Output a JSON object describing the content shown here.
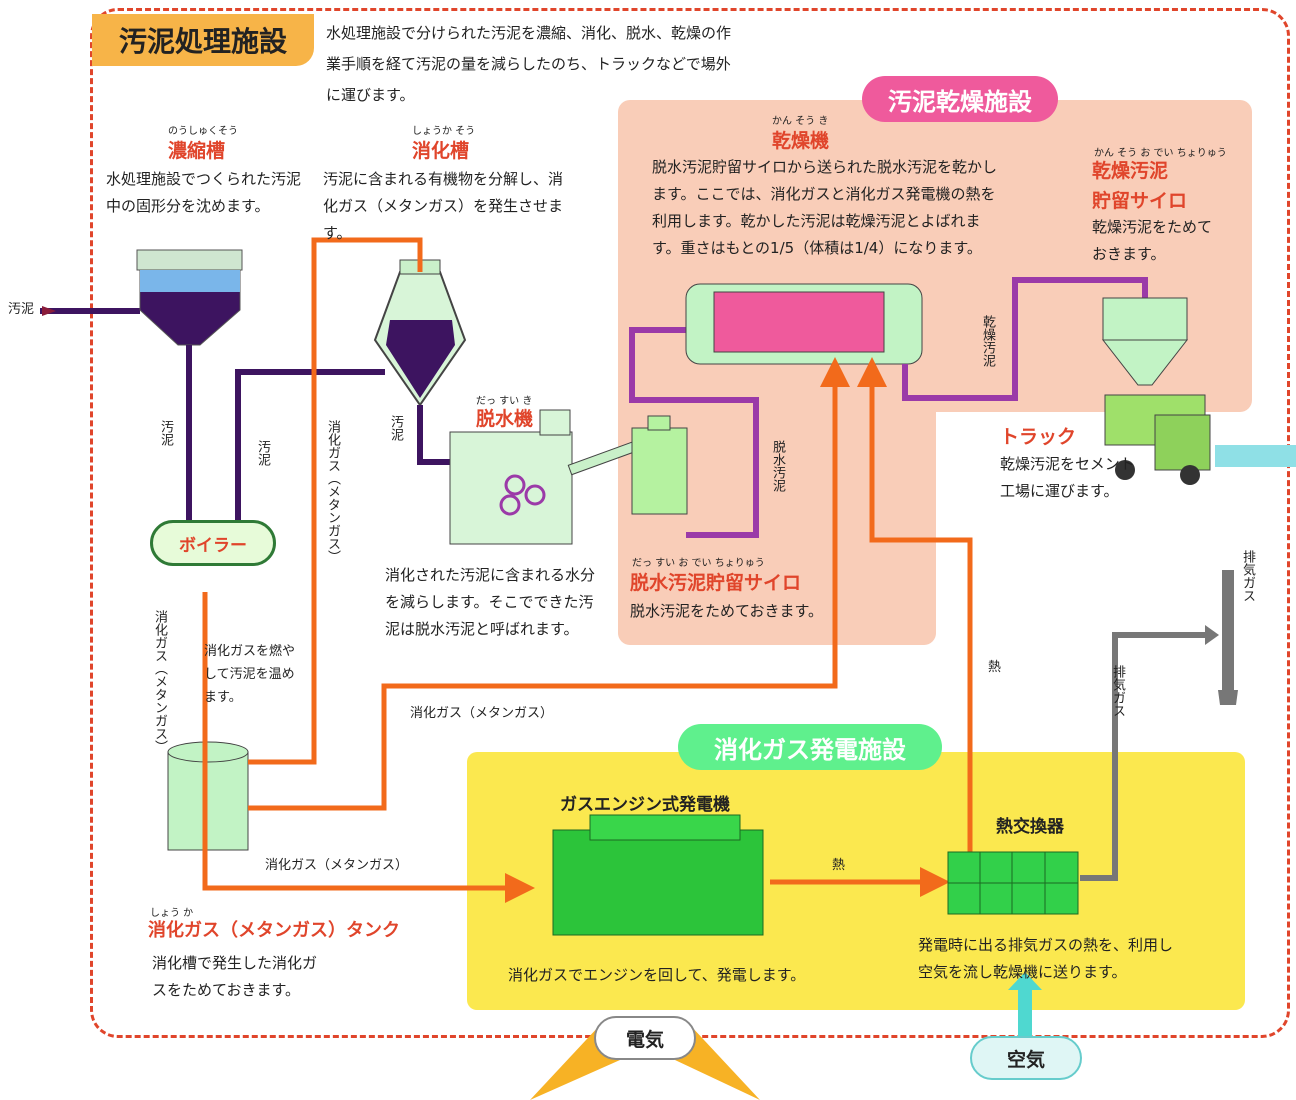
{
  "title": "汚泥処理施設",
  "intro": "水処理施設で分けられた汚泥を濃縮、消化、脱水、乾燥の作業手順を経て汚泥の量を減らしたのち、トラックなどで場外に運びます。",
  "zones": {
    "drying": "汚泥乾燥施設",
    "power": "消化ガス発電施設"
  },
  "units": {
    "thickener": {
      "ruby": "のうしゅくそう",
      "name": "濃縮槽",
      "desc": "水処理施設でつくられた汚泥中の固形分を沈めます。"
    },
    "digester": {
      "ruby": "しょうか そう",
      "name": "消化槽",
      "desc": "汚泥に含まれる有機物を分解し、消化ガス（メタンガス）を発生させます。"
    },
    "dehydrator": {
      "ruby": "だっ すい き",
      "name": "脱水機",
      "desc": "消化された汚泥に含まれる水分を減らします。そこでできた汚泥は脱水汚泥と呼ばれます。"
    },
    "dryer": {
      "ruby": "かん そう き",
      "name": "乾燥機",
      "desc": "脱水汚泥貯留サイロから送られた脱水汚泥を乾かします。ここでは、消化ガスと消化ガス発電機の熱を利用します。乾かした汚泥は乾燥汚泥とよばれます。重さはもとの1/5（体積は1/4）になります。"
    },
    "dried_silo": {
      "ruby": "かん そう お でい ちょりゅう",
      "name1": "乾燥汚泥",
      "name2": "貯留サイロ",
      "desc": "乾燥汚泥をためておきます。"
    },
    "truck": {
      "name": "トラック",
      "desc": "乾燥汚泥をセメント工場に運びます。"
    },
    "dewatered_silo": {
      "ruby": "だっ すい お でい ちょりゅう",
      "name": "脱水汚泥貯留サイロ",
      "desc": "脱水汚泥をためておきます。"
    },
    "boiler": {
      "name": "ボイラー",
      "desc": "消化ガスを燃やして汚泥を温めます。"
    },
    "gas_tank": {
      "ruby": "しょう か",
      "name": "消化ガス（メタンガス）タンク",
      "desc": "消化槽で発生した消化ガスをためておきます。"
    },
    "generator": {
      "name": "ガスエンジン式発電機",
      "desc": "消化ガスでエンジンを回して、発電します。"
    },
    "heat_exchanger": {
      "name": "熱交換器",
      "desc": "発電時に出る排気ガスの熱を、利用し空気を流し乾燥機に送ります。"
    }
  },
  "flow_labels": {
    "sludge_in": "汚泥",
    "sludge_down": "汚泥",
    "sludge_up": "汚泥",
    "sludge_digester": "汚泥",
    "gas_digester": "消化ガス（メタンガス）",
    "gas_boiler": "消化ガス（メタンガス）",
    "gas_to_dryer": "消化ガス（メタンガス）",
    "gas_to_gen": "消化ガス（メタンガス）",
    "dewatered": "脱水汚泥",
    "dried": "乾燥汚泥",
    "heat1": "熱",
    "heat2": "熱",
    "exhaust1": "排気ガス",
    "exhaust2": "排気ガス"
  },
  "electricity": "電気",
  "air": "空気",
  "colors": {
    "border": "#e0452b",
    "gas_pipe": "#f26a1b",
    "sludge_pipe": "#3d1460",
    "dried_pipe": "#9b3aa8",
    "drying_zone": "#f9cdb8",
    "power_zone": "#fbe84f",
    "exhaust_pipe": "#777777"
  }
}
